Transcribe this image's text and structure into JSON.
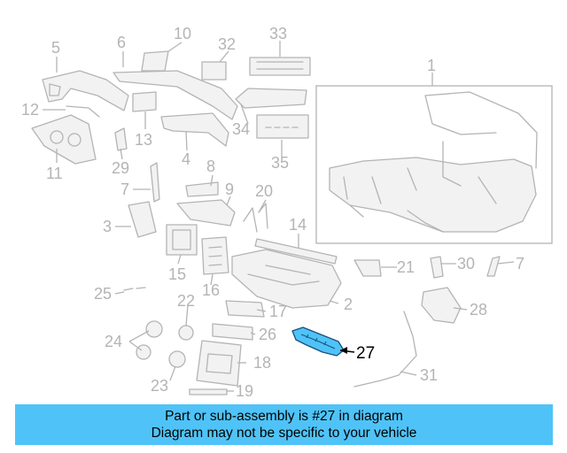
{
  "callouts": {
    "p1": "1",
    "p2": "2",
    "p3": "3",
    "p4": "4",
    "p5": "5",
    "p6": "6",
    "p7a": "7",
    "p7b": "7",
    "p8": "8",
    "p9": "9",
    "p10": "10",
    "p11": "11",
    "p12": "12",
    "p13": "13",
    "p14": "14",
    "p15": "15",
    "p16": "16",
    "p17": "17",
    "p18": "18",
    "p19": "19",
    "p20": "20",
    "p21": "21",
    "p22": "22",
    "p23": "23",
    "p24": "24",
    "p25": "25",
    "p26": "26",
    "p27": "27",
    "p28": "28",
    "p29": "29",
    "p30": "30",
    "p31": "31",
    "p32": "32",
    "p33": "33",
    "p34": "34",
    "p35": "35"
  },
  "highlighted_part": "27",
  "colors": {
    "highlight": "#4fc3f7",
    "banner": "#4fc3f7",
    "line_art": "#b4b4b4"
  },
  "banner": {
    "line1": "Part or sub-assembly is #27 in diagram",
    "line2": "Diagram may not be specific to your vehicle"
  }
}
